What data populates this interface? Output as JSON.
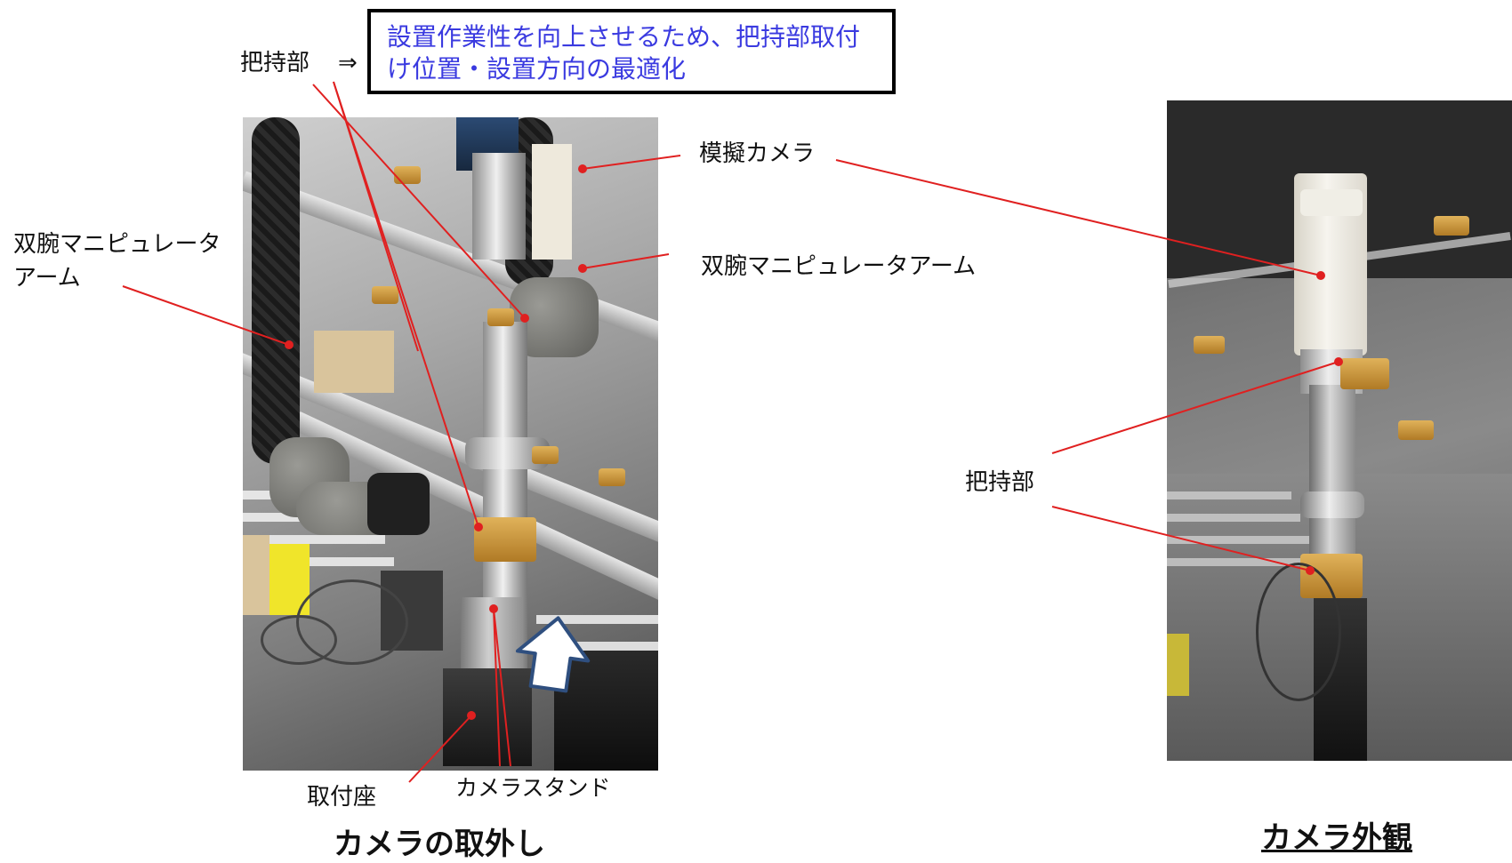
{
  "labels": {
    "gripper_top": "把持部",
    "arrow_symbol": "⇒",
    "dummy_camera": "模擬カメラ",
    "dual_arm_left_line1": "双腕マニピュレータ",
    "dual_arm_left_line2": "アーム",
    "dual_arm_right": "双腕マニピュレータアーム",
    "mount_seat": "取付座",
    "camera_stand": "カメラスタンド",
    "gripper_right": "把持部"
  },
  "note": {
    "line1": "設置作業性を向上させるため、把持部取付",
    "line2": "け位置・設置方向の最適化"
  },
  "captions": {
    "left": "カメラの取外し",
    "right": "カメラ外観"
  },
  "colors": {
    "leader_line": "#e02020",
    "note_text": "#3a3ae0",
    "arrow_fill": "#ffffff",
    "arrow_stroke": "#2f4f7f"
  }
}
